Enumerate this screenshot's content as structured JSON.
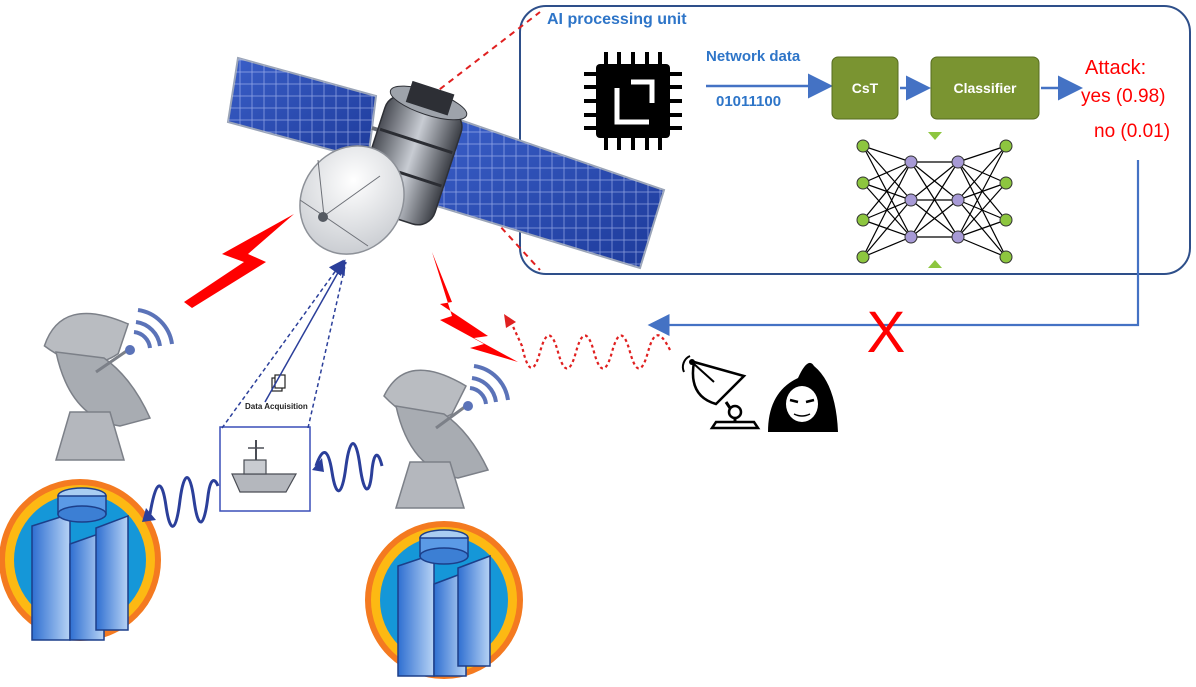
{
  "ai_unit": {
    "title": "AI processing unit",
    "input_label": "Network data",
    "input_bits": "01011100",
    "stages": [
      "CsT",
      "Classifier"
    ],
    "output": {
      "title": "Attack:",
      "yes": "yes (0.98)",
      "no": "no (0.01)"
    }
  },
  "acquisition": {
    "label": "Data Acquisition"
  },
  "blocked_mark": "X",
  "colors": {
    "frame": "#2e4f8a",
    "accent_text": "#2e75c8",
    "stage_fill": "#7a9431",
    "alert": "#ff0000",
    "arrow": "#4472c4",
    "nn_input": "#8dc63f",
    "nn_hidden": "#a79ad6"
  },
  "icons": [
    "satellite-icon",
    "chip-icon",
    "neural-network-icon",
    "satellite-dish-icon",
    "data-center-icon",
    "ship-icon",
    "hacker-icon",
    "lightning-icon",
    "document-icon"
  ]
}
